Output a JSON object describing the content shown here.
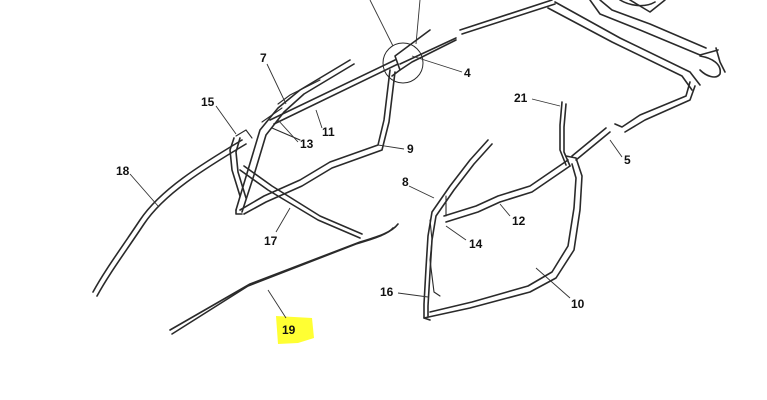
{
  "callouts": [
    {
      "id": "4",
      "label": "4"
    },
    {
      "id": "5",
      "label": "5"
    },
    {
      "id": "7",
      "label": "7"
    },
    {
      "id": "8",
      "label": "8"
    },
    {
      "id": "9",
      "label": "9"
    },
    {
      "id": "10",
      "label": "10"
    },
    {
      "id": "11",
      "label": "11"
    },
    {
      "id": "12",
      "label": "12"
    },
    {
      "id": "13",
      "label": "13"
    },
    {
      "id": "14",
      "label": "14"
    },
    {
      "id": "15",
      "label": "15"
    },
    {
      "id": "16",
      "label": "16"
    },
    {
      "id": "17",
      "label": "17"
    },
    {
      "id": "18",
      "label": "18"
    },
    {
      "id": "19",
      "label": "19",
      "highlighted": true
    },
    {
      "id": "21",
      "label": "21"
    }
  ],
  "colors": {
    "highlight": "#ffff33",
    "line": "#2a2a2a",
    "background": "#ffffff"
  }
}
